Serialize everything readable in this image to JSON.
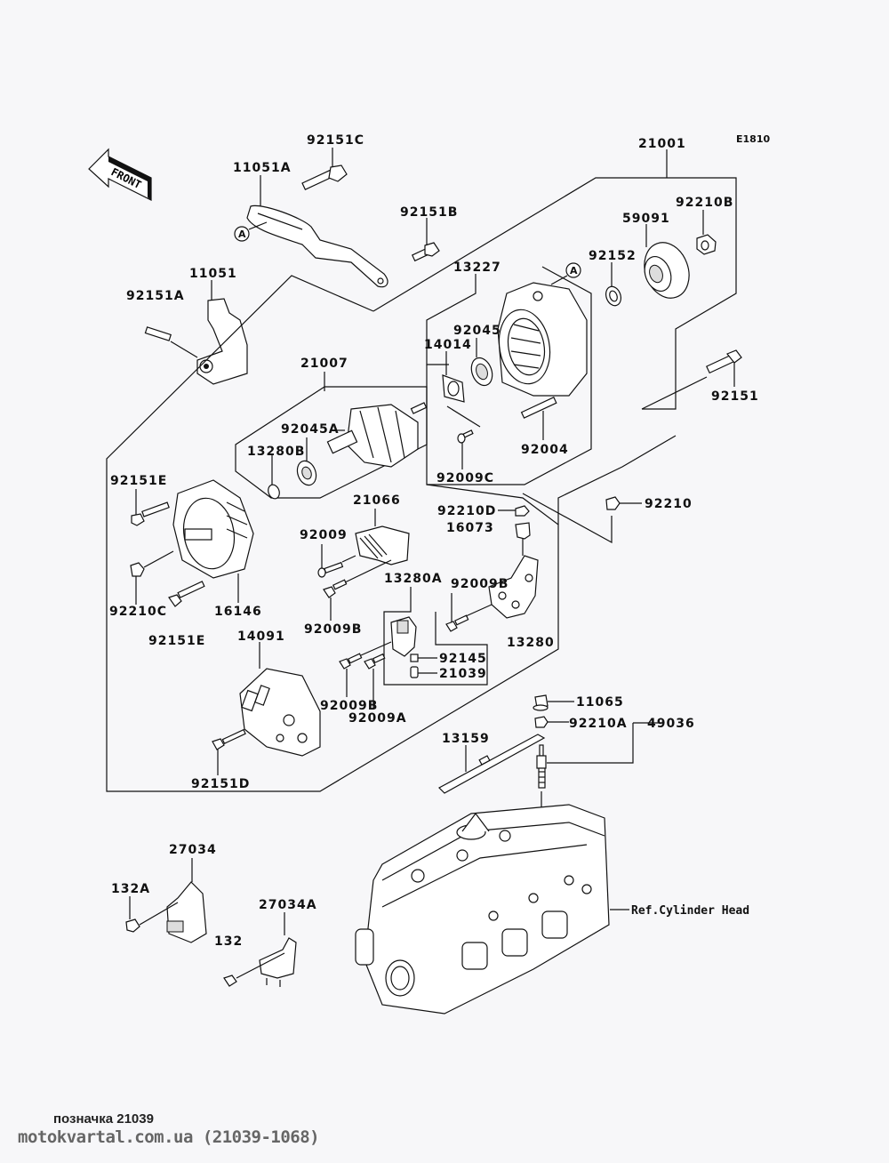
{
  "diagram": {
    "code": "E1810",
    "front_label": "FRONT",
    "ref_label": "Ref.Cylinder Head",
    "callout_letter": "A",
    "parts": {
      "p92151C": "92151C",
      "p11051A": "11051A",
      "p92151B": "92151B",
      "p11051": "11051",
      "p92151A": "92151A",
      "p21001": "21001",
      "p59091": "59091",
      "p92210B": "92210B",
      "p92152": "92152",
      "p13227": "13227",
      "p92045": "92045",
      "p14014": "14014",
      "p92151": "92151",
      "p21007": "21007",
      "p92045A": "92045A",
      "p13280B": "13280B",
      "p92004": "92004",
      "p92009C": "92009C",
      "p92151E_top": "92151E",
      "p21066": "21066",
      "p92210D": "92210D",
      "p16073": "16073",
      "p92210": "92210",
      "p92009": "92009",
      "p13280A": "13280A",
      "p92009B_1": "92009B",
      "p92009B_2": "92009B",
      "p92009B_3": "92009B",
      "p92210C": "92210C",
      "p16146": "16146",
      "p92151E_bot": "92151E",
      "p14091": "14091",
      "p92145": "92145",
      "p21039": "21039",
      "p92009A": "92009A",
      "p13280": "13280",
      "p11065": "11065",
      "p92210A": "92210A",
      "p49036": "49036",
      "p13159": "13159",
      "p92151D": "92151D",
      "p27034": "27034",
      "p132A": "132A",
      "p27034A": "27034A",
      "p132": "132"
    }
  },
  "footer": {
    "caption": "позначка 21039",
    "source": "motokvartal.com.ua (21039-1068)"
  }
}
